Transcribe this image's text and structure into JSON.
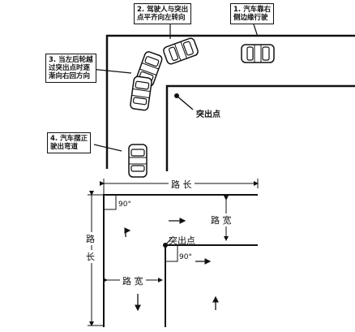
{
  "top": {
    "notes": [
      {
        "line1": "1. 汽车靠右",
        "line2": "侧边缘行驶"
      },
      {
        "line1": "2. 驾驶人与突出",
        "line2": "点平齐向左转向"
      },
      {
        "line1": "3. 当左后轮越",
        "line2": "过突出点时逐",
        "line3": "渐向右回方向"
      },
      {
        "line1": "4. 汽车摆正",
        "line2": "驶出弯道"
      }
    ],
    "point_label": "突出点"
  },
  "bottom": {
    "road_length_top": "路 长",
    "road_width_right": "路 宽",
    "road_length_left_1": "路",
    "road_length_left_2": "长",
    "road_width_bottom": "路 宽",
    "point_label": "突出点",
    "angle_1": "90°",
    "angle_2": "90°"
  }
}
